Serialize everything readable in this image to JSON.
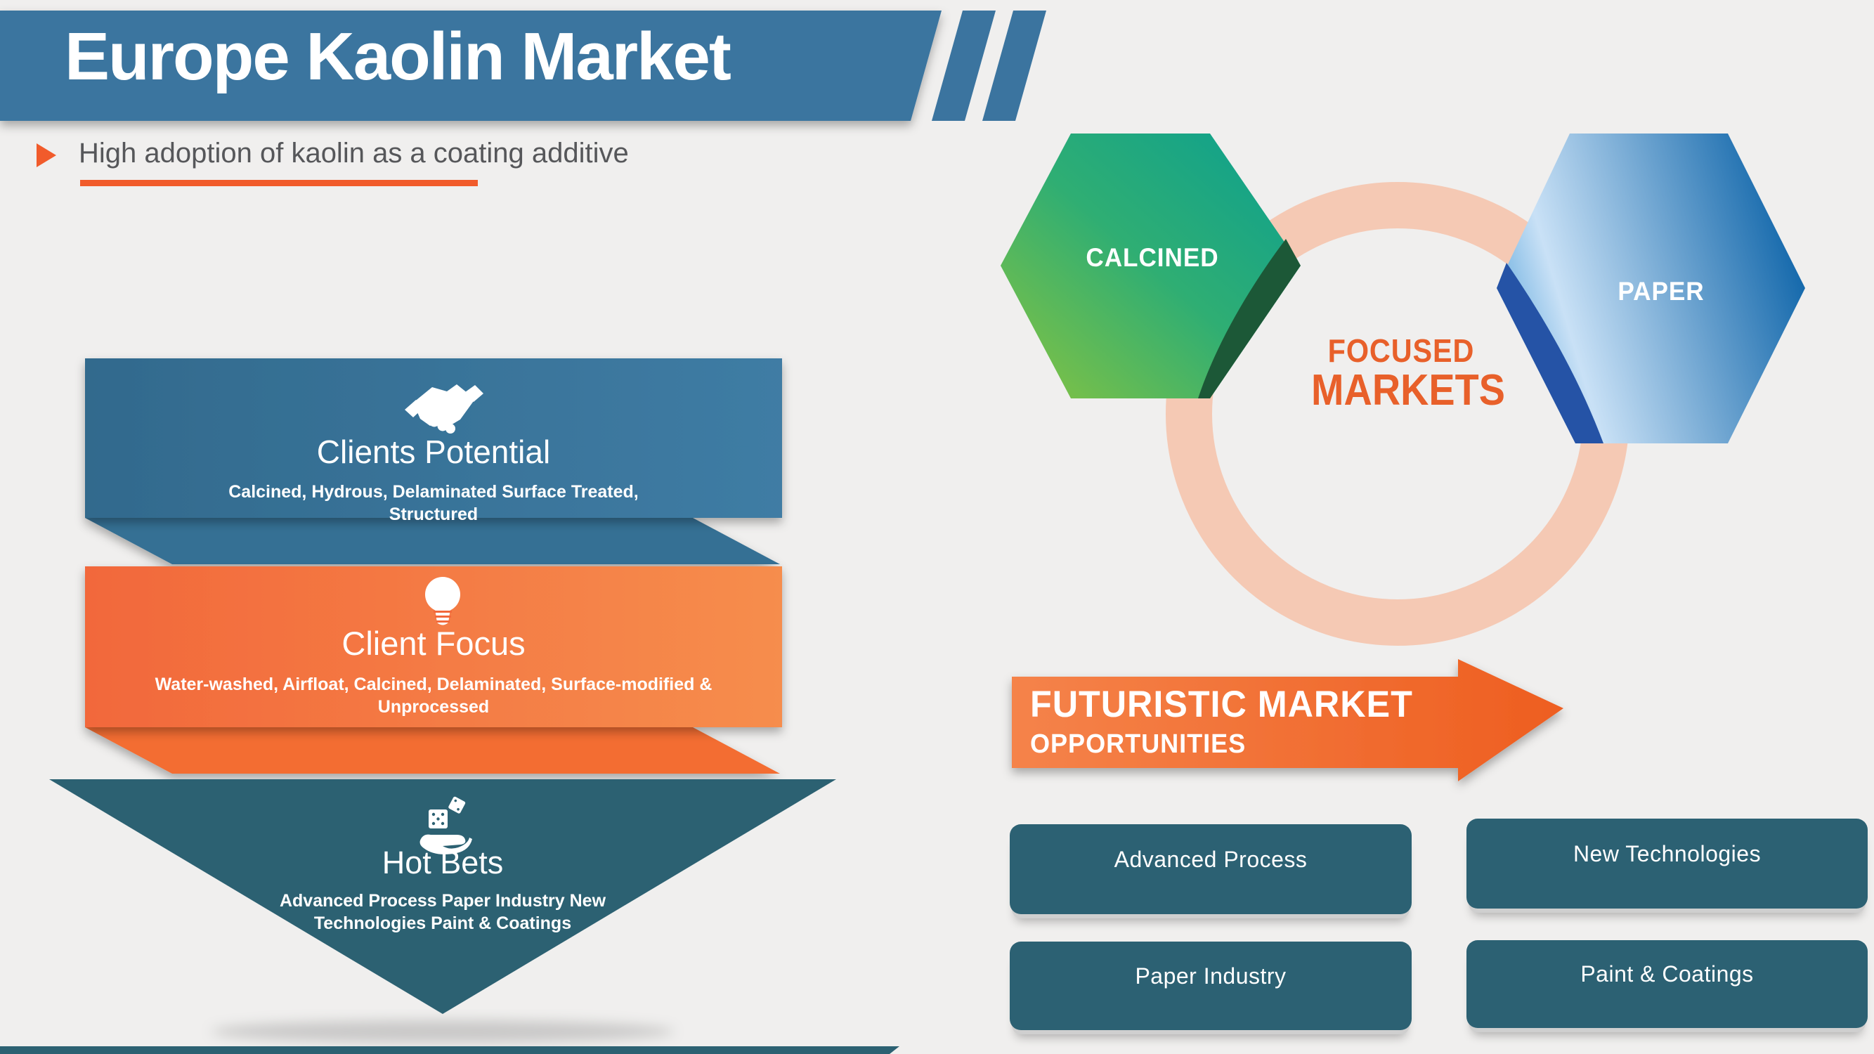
{
  "header": {
    "title": "Europe Kaolin Market",
    "subtitle": "High adoption of kaolin as a coating additive"
  },
  "funnel": {
    "levels": [
      {
        "icon": "handshake-icon",
        "title": "Clients Potential",
        "description": "Calcined, Hydrous, Delaminated Surface Treated, Structured"
      },
      {
        "icon": "lightbulb-icon",
        "title": "Client Focus",
        "description": "Water-washed, Airfloat, Calcined, Delaminated, Surface-modified & Unprocessed"
      },
      {
        "icon": "dice-hand-icon",
        "title": "Hot Bets",
        "description": "Advanced Process Paper Industry New Technologies Paint & Coatings"
      }
    ]
  },
  "focused_markets": {
    "label_line1": "FOCUSED",
    "label_line2": "MARKETS",
    "hexagons": [
      {
        "label": "CALCINED"
      },
      {
        "label": "PAPER"
      }
    ]
  },
  "opportunities": {
    "title_line1": "FUTURISTIC MARKET",
    "title_line2": "OPPORTUNITIES",
    "items": [
      "Advanced Process",
      "New Technologies",
      "Paper Industry",
      "Paint & Coatings"
    ]
  },
  "colors": {
    "banner_blue": "#3b749f",
    "band_blue": "#356f94",
    "orange": "#f1642c",
    "teal": "#2c6173",
    "peach_ring": "#f5c9b4",
    "focused_text_orange": "#e8602a",
    "green_hex_start": "#8ac43f",
    "green_hex_end": "#0b9f90",
    "blue_hex_light": "#c9e1f6",
    "blue_hex_dark": "#0c63a8",
    "background": "#f0efee"
  }
}
